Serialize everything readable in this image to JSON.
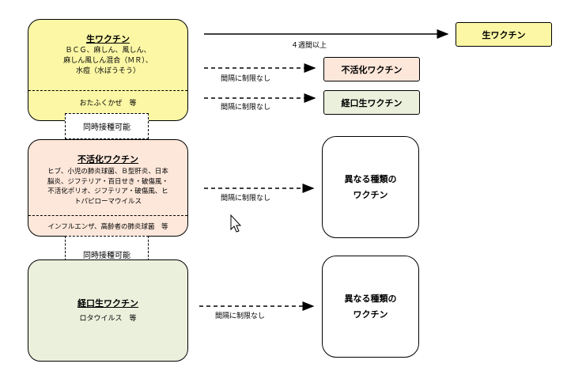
{
  "live_box": {
    "title": "生ワクチン",
    "lines": [
      "ＢＣＧ、麻しん、風しん、",
      "麻しん風しん混合（ＭＲ）、",
      "水痘（水ぼうそう）"
    ],
    "footer": "おたふくかぜ　等"
  },
  "inactivated_box": {
    "title": "不活化ワクチン",
    "lines": [
      "ヒブ、小児の肺炎球菌、Ｂ型肝炎、日本",
      "脳炎、ジフテリア・百日せき・破傷風・",
      "不活化ポリオ、ジフテリア・破傷風、ヒ",
      "トパピローマウイルス"
    ],
    "footer": "インフルエンザ、高齢者の肺炎球菌　等"
  },
  "oral_box": {
    "title": "経口生ワクチン",
    "body": "ロタウイルス　等"
  },
  "connectors": [
    "同時接種可能",
    "同時接種可能"
  ],
  "arrows": {
    "four_weeks": "４週間以上",
    "no_limit": "間隔に制限なし"
  },
  "targets": {
    "live": "生ワクチン",
    "inactivated": "不活化ワクチン",
    "oral": "経口生ワクチン",
    "different_line1": "異なる種類の",
    "different_line2": "ワクチン"
  },
  "colors": {
    "live": "#fbf7a5",
    "inactivated": "#fde7da",
    "oral": "#ebf0dc"
  }
}
